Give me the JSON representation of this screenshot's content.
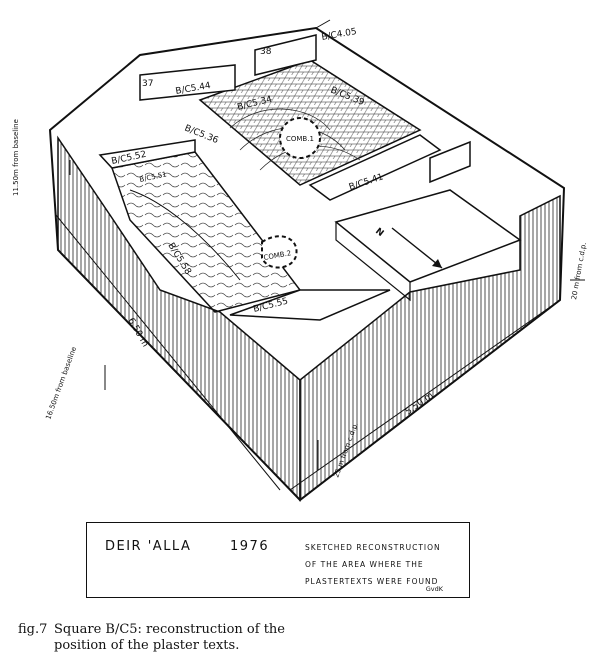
{
  "diagram": {
    "labels": {
      "b_c5_44": "B/C5.44",
      "b_c5_39": "B/C5.39",
      "b_c5_36": "B/C5.36",
      "b_c5_34": "B/C5.34",
      "b_c5_52": "B/C5.52",
      "b_c5_51": "B/C5.51",
      "b_c5_58": "B/C5.58",
      "b_c5_55": "B/C5.55",
      "b_c5_41": "B/C5.41",
      "b_c4_05": "B/C4.05",
      "num_38": "38",
      "num_37": "37",
      "comb1": "COMB.1",
      "comb2": "COMB.2",
      "north": "N",
      "dim_left": "6.50 m",
      "dim_bottom": "5.50 m",
      "from_baseline_top": "11.50m from baseline",
      "from_baseline_left": "16.50m from baseline",
      "from_cdp_bottom": "25 m from c.d.p.",
      "from_cdp_right": "20 m from c.d.p."
    }
  },
  "title_box": {
    "site": "DEIR 'ALLA",
    "year": "1976",
    "description_lines": [
      "SKETCHED RECONSTRUCTION",
      "OF THE AREA WHERE THE",
      "PLASTERTEXTS WERE FOUND"
    ],
    "initials": "GvdK"
  },
  "caption": {
    "number": "fig.7",
    "line1": "Square B/C5: reconstruction of the",
    "line2": "position of the plaster texts."
  }
}
